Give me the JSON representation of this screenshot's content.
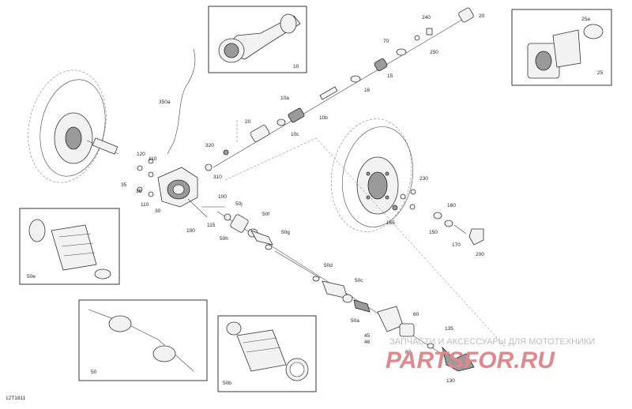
{
  "diagram_id": "12T1811",
  "watermark": {
    "tagline": "ЗАПЧАСТИ И АКСЕССУАРЫ ДЛЯ МОТОТЕХНИКИ",
    "brand": "PARTSFOR.RU"
  },
  "inset_labels": {
    "detail_10": "10",
    "detail_25": "25",
    "detail_25a": "25a",
    "detail_50e": "50e",
    "detail_50": "50",
    "detail_50b": "50b"
  },
  "callouts": [
    {
      "id": "c240",
      "text": "240"
    },
    {
      "id": "c20a",
      "text": "20"
    },
    {
      "id": "c70",
      "text": "70"
    },
    {
      "id": "c250",
      "text": "250"
    },
    {
      "id": "c15",
      "text": "15"
    },
    {
      "id": "c16",
      "text": "16"
    },
    {
      "id": "c350a",
      "text": "350a"
    },
    {
      "id": "c10a",
      "text": "10a"
    },
    {
      "id": "c10b",
      "text": "10b"
    },
    {
      "id": "c20b",
      "text": "20"
    },
    {
      "id": "c10c",
      "text": "10c"
    },
    {
      "id": "c320",
      "text": "320"
    },
    {
      "id": "c120",
      "text": "120"
    },
    {
      "id": "c110a",
      "text": "110"
    },
    {
      "id": "c310",
      "text": "310"
    },
    {
      "id": "c35",
      "text": "35"
    },
    {
      "id": "c36",
      "text": "36"
    },
    {
      "id": "c110b",
      "text": "110"
    },
    {
      "id": "c30",
      "text": "30"
    },
    {
      "id": "c100a",
      "text": "100"
    },
    {
      "id": "c50j",
      "text": "50j"
    },
    {
      "id": "c115",
      "text": "115"
    },
    {
      "id": "c50f",
      "text": "50f"
    },
    {
      "id": "c100b",
      "text": "100"
    },
    {
      "id": "c50h",
      "text": "50h"
    },
    {
      "id": "c50g",
      "text": "50g"
    },
    {
      "id": "c230",
      "text": "230"
    },
    {
      "id": "c160",
      "text": "160"
    },
    {
      "id": "c165",
      "text": "165"
    },
    {
      "id": "c150",
      "text": "150"
    },
    {
      "id": "c170",
      "text": "170"
    },
    {
      "id": "c200",
      "text": "200"
    },
    {
      "id": "c50d",
      "text": "50d"
    },
    {
      "id": "c50c",
      "text": "50c"
    },
    {
      "id": "c50a",
      "text": "50a"
    },
    {
      "id": "c60",
      "text": "60"
    },
    {
      "id": "c45",
      "text": "45"
    },
    {
      "id": "c46",
      "text": "46"
    },
    {
      "id": "c135",
      "text": "135"
    },
    {
      "id": "c80",
      "text": "80"
    },
    {
      "id": "c130",
      "text": "130"
    }
  ]
}
